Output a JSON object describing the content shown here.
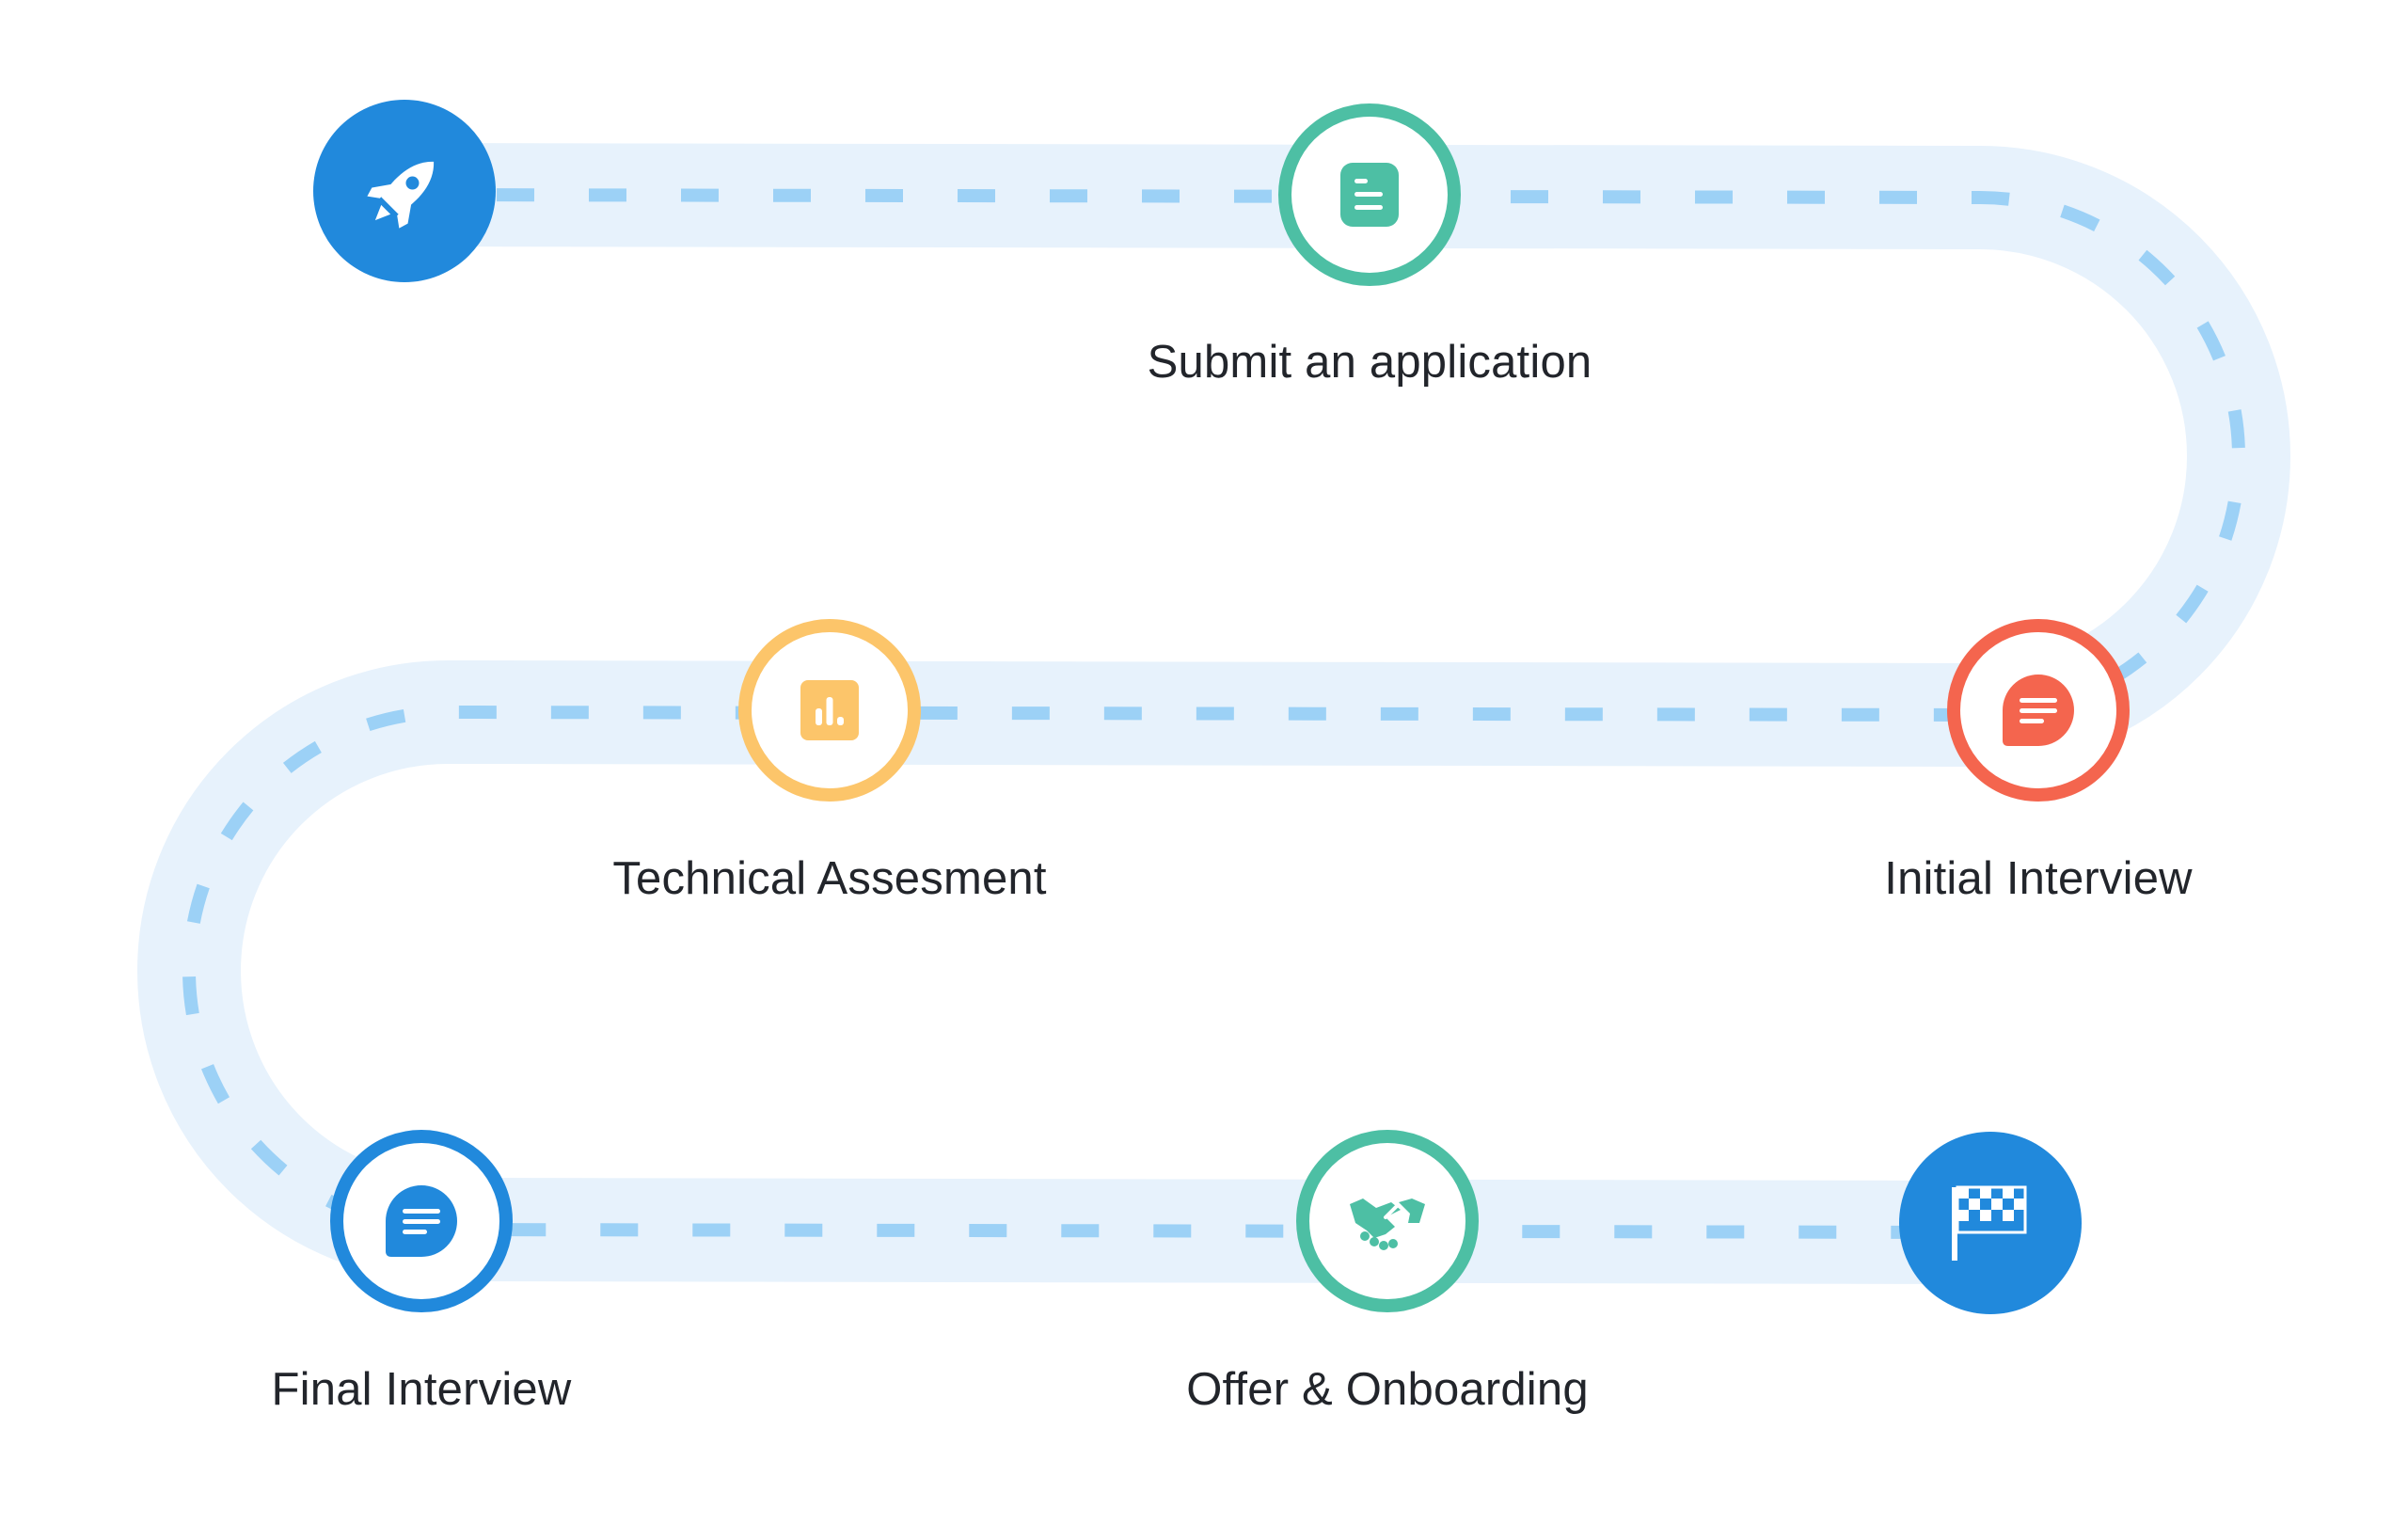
{
  "roadmap": {
    "colors": {
      "track": "#e7f2fc",
      "dash": "#9cd1f6",
      "label": "#22252b"
    },
    "start": {
      "icon": "rocket-icon",
      "color": "#2189dc"
    },
    "finish": {
      "icon": "checkered-flag-icon",
      "color": "#2189dc"
    },
    "steps": [
      {
        "label": "Submit an application",
        "icon": "document-icon",
        "color": "#4dbfa4"
      },
      {
        "label": "Initial Interview",
        "icon": "chat-bubble-icon",
        "color": "#f4654e"
      },
      {
        "label": "Technical Assesment",
        "icon": "bar-chart-icon",
        "color": "#fcc56a"
      },
      {
        "label": "Final Interview",
        "icon": "chat-bubble-icon",
        "color": "#2189dc"
      },
      {
        "label": "Offer & Onboarding",
        "icon": "handshake-icon",
        "color": "#4dbfa4"
      }
    ]
  }
}
